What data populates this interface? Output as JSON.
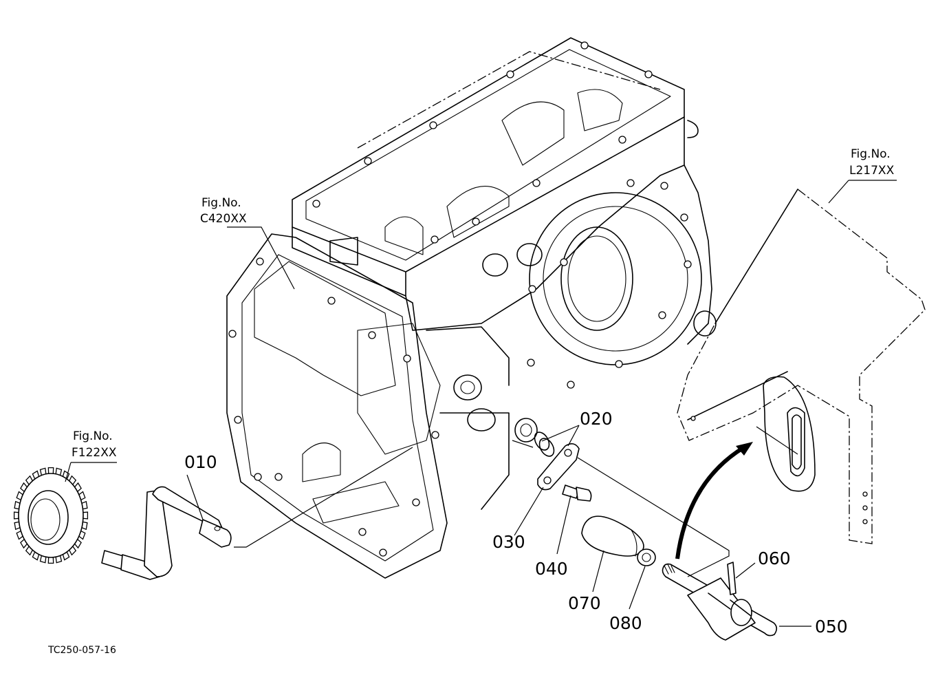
{
  "parts": [
    {
      "ref": "010"
    },
    {
      "ref": "020"
    },
    {
      "ref": "030"
    },
    {
      "ref": "040"
    },
    {
      "ref": "050"
    },
    {
      "ref": "060"
    },
    {
      "ref": "070"
    },
    {
      "ref": "080"
    }
  ],
  "figure_refs": [
    {
      "title": "Fig.No.",
      "code": "C420XX"
    },
    {
      "title": "Fig.No.",
      "code": "L217XX"
    },
    {
      "title": "Fig.No.",
      "code": "F122XX"
    }
  ],
  "drawing_code": "TC250-057-16"
}
